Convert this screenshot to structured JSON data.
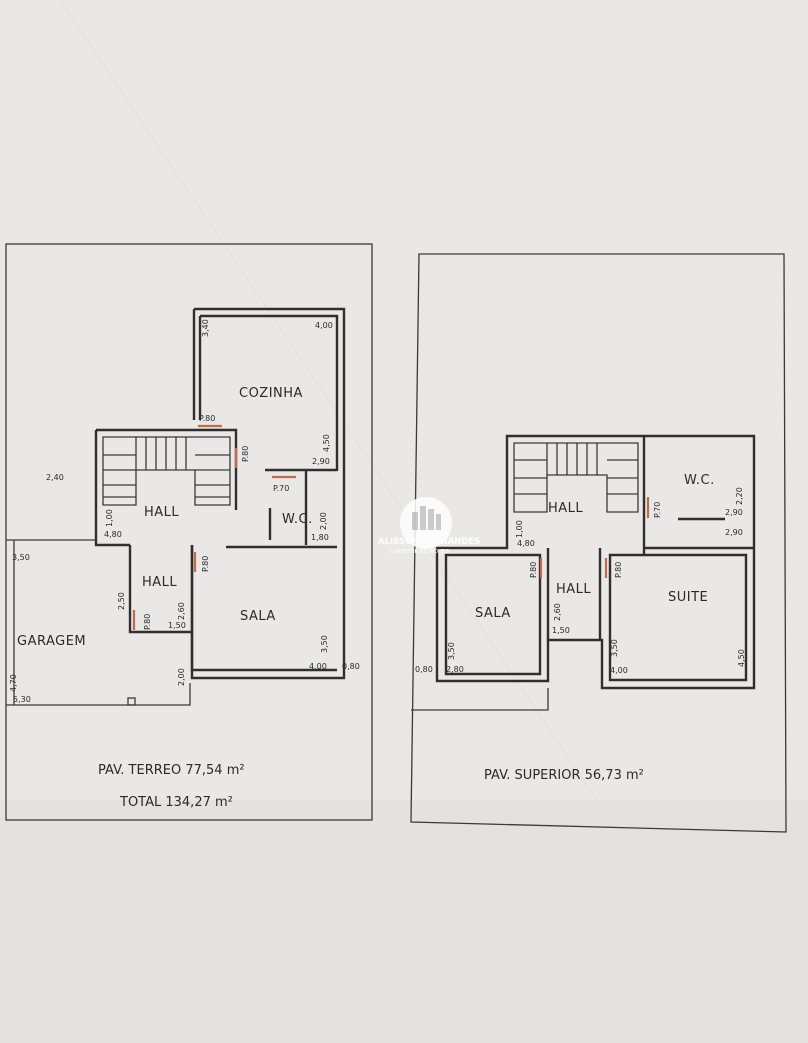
{
  "colors": {
    "paper": "#e9e8e6",
    "ink": "#2f2f2f",
    "door": "#c46a4a",
    "logo": "#ffffff"
  },
  "logo": {
    "name": "ALISSON FERNANDES",
    "subtitle": "CORRETOR DE IMÓVEIS"
  },
  "terreo": {
    "rooms": {
      "cozinha": "COZINHA",
      "hall1": "HALL",
      "hall2": "HALL",
      "wc": "W.C.",
      "sala": "SALA",
      "garagem": "GARAGEM"
    },
    "doors": {
      "d1": "P.80",
      "d2": "P.80",
      "d3": "P.70",
      "d4": "P.80",
      "d5": "P.80"
    },
    "dims": {
      "c_w": "4,00",
      "c_h": "3,40",
      "c_h2": "4,50",
      "c_w2": "2,90",
      "lot": "2,40",
      "hall_v": "1,00",
      "hall_w": "4,80",
      "wc_h": "2,00",
      "wc_w": "1,80",
      "gar_w": "3,50",
      "h2_v": "2,50",
      "h2_v2": "2,60",
      "h2_w": "1,50",
      "sala_h": "3,50",
      "sala_w": "4,00",
      "right": "0,80",
      "bot_v": "2,00",
      "gar_d": "4,70",
      "gar_l": "5,30"
    },
    "area_label": "PAV. TERREO 77,54 m²",
    "total_label": "TOTAL 134,27 m²"
  },
  "superior": {
    "rooms": {
      "hall1": "HALL",
      "hall2": "HALL",
      "wc": "W.C.",
      "sala": "SALA",
      "suite": "SUITE"
    },
    "doors": {
      "d1": "P.70",
      "d2": "P.80",
      "d3": "P.80"
    },
    "dims": {
      "hall_v": "1,00",
      "hall_w": "4,80",
      "wc_h": "2,20",
      "wc_w": "2,90",
      "wc_w2": "2,90",
      "sala_h": "3,50",
      "sala_w": "2,80",
      "left": "0,80",
      "h2_v": "2,60",
      "h2_w": "1,50",
      "suite_v": "3,50",
      "suite_w": "4,00",
      "suite_h": "4,50"
    },
    "area_label": "PAV. SUPERIOR 56,73 m²"
  }
}
